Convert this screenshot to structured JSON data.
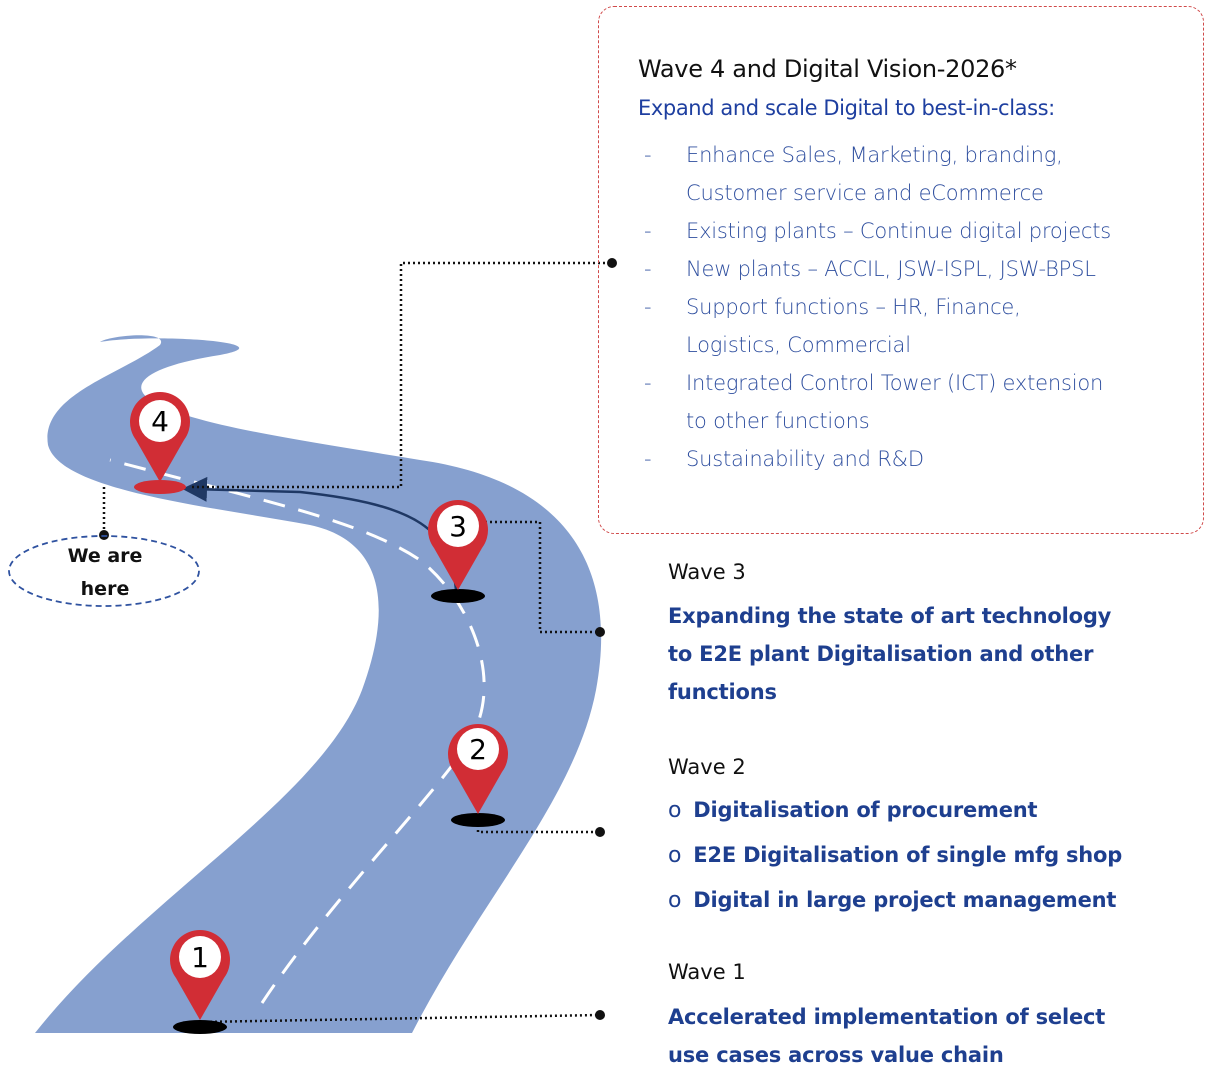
{
  "wave4": {
    "title": "Wave 4 and Digital Vision-2026*",
    "subtitle": "Expand and scale Digital to best-in-class:",
    "items": [
      "Enhance Sales, Marketing, branding, Customer service and eCommerce",
      "Existing plants – Continue digital projects",
      "New plants – ACCIL, JSW-ISPL, JSW-BPSL",
      "Support functions – HR, Finance, Logistics, Commercial",
      "Integrated Control Tower (ICT) extension to other functions",
      "Sustainability and R&D"
    ],
    "item_lines": [
      [
        "Enhance Sales, Marketing, branding,",
        "Customer service and eCommerce"
      ],
      [
        "Existing plants – Continue digital projects"
      ],
      [
        "New plants – ACCIL, JSW-ISPL, JSW-BPSL"
      ],
      [
        "Support functions – HR, Finance,",
        "Logistics, Commercial"
      ],
      [
        "Integrated Control Tower (ICT) extension",
        "to other functions"
      ],
      [
        "Sustainability and R&D"
      ]
    ],
    "bullet": "-"
  },
  "wave3": {
    "label": "Wave 3",
    "lines": [
      "Expanding the state of art technology",
      "to E2E plant Digitalisation and other",
      "functions"
    ]
  },
  "wave2": {
    "label": "Wave 2",
    "bullet": "o",
    "items": [
      "Digitalisation of procurement",
      "E2E Digitalisation of single mfg shop",
      "Digital in large project management"
    ]
  },
  "wave1": {
    "label": "Wave 1",
    "lines": [
      "Accelerated implementation of select",
      "use cases across value chain"
    ]
  },
  "markers": [
    "1",
    "2",
    "3",
    "4"
  ],
  "here": {
    "lines": [
      "We are",
      "here"
    ]
  },
  "colors": {
    "road": "#86a0cf",
    "pin": "#d12d35",
    "text_blue": "#1e3f8f",
    "box_border": "#d04a4a"
  }
}
